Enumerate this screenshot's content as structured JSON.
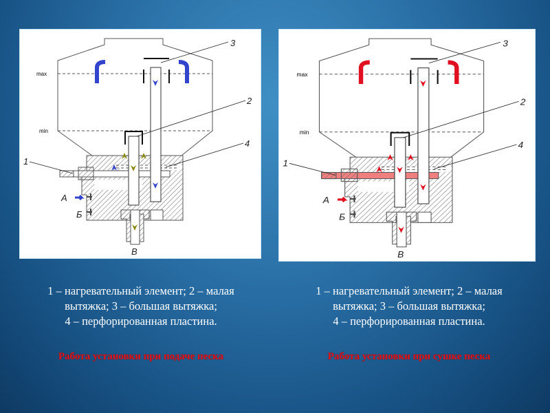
{
  "diagram": {
    "labels": {
      "n1": "1",
      "n2": "2",
      "n3": "3",
      "n4": "4",
      "a": "А",
      "b": "Б",
      "v": "В",
      "max": "max",
      "min": "min"
    }
  },
  "panels": [
    {
      "caption": [
        "1 – нагревательный элемент; 2 – малая",
        "вытяжка; 3 – большая вытяжка;",
        "4 – перфорированная пластина."
      ],
      "title": "Работа установки при подаче песка",
      "air_color": "#3344cc",
      "sand_color": "#8a8a10",
      "heater_active": false
    },
    {
      "caption": [
        "1 – нагревательный элемент; 2 – малая",
        "вытяжка; 3 – большая вытяжка;",
        "4 – перфорированная пластина."
      ],
      "title": "Работа установки при сушке песка",
      "air_color": "#e01020",
      "sand_color": "#e01020",
      "heater_active": true,
      "heater_color": "#f08080"
    }
  ]
}
